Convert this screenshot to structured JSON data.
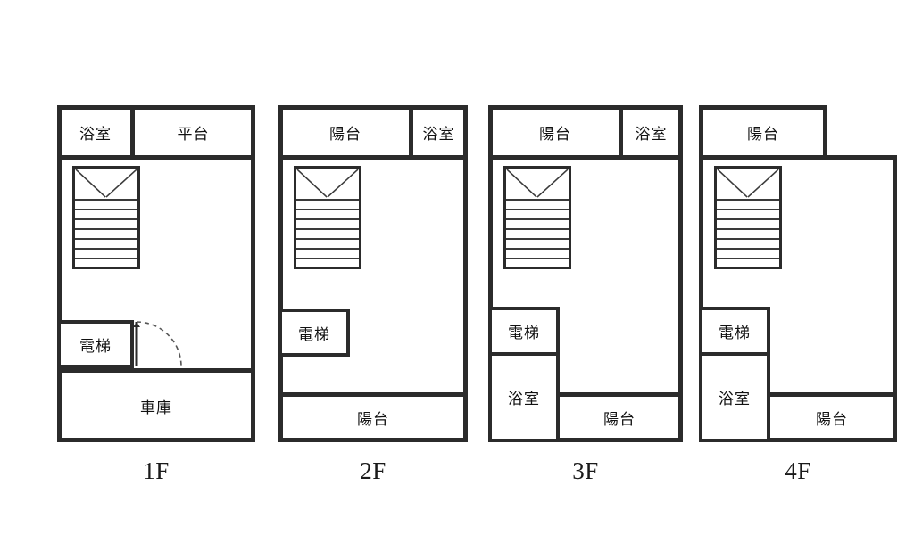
{
  "diagram": {
    "title": "Residential floor plans 1F-4F",
    "colors": {
      "wall": "#2b2b2b",
      "background": "#ffffff",
      "text": "#111111"
    },
    "floors": [
      {
        "id": "1F",
        "label": "1F",
        "rooms": [
          {
            "name": "bathroom",
            "label": "浴室"
          },
          {
            "name": "platform",
            "label": "平台"
          },
          {
            "name": "elevator",
            "label": "電梯"
          },
          {
            "name": "garage",
            "label": "車庫"
          }
        ],
        "features": [
          "staircase",
          "door-swing"
        ]
      },
      {
        "id": "2F",
        "label": "2F",
        "rooms": [
          {
            "name": "balcony-top",
            "label": "陽台"
          },
          {
            "name": "bathroom",
            "label": "浴室"
          },
          {
            "name": "elevator",
            "label": "電梯"
          },
          {
            "name": "balcony-bottom",
            "label": "陽台"
          }
        ],
        "features": [
          "staircase"
        ]
      },
      {
        "id": "3F",
        "label": "3F",
        "rooms": [
          {
            "name": "balcony-top",
            "label": "陽台"
          },
          {
            "name": "bathroom-top",
            "label": "浴室"
          },
          {
            "name": "elevator",
            "label": "電梯"
          },
          {
            "name": "bathroom-bottom",
            "label": "浴室"
          },
          {
            "name": "balcony-bottom",
            "label": "陽台"
          }
        ],
        "features": [
          "staircase"
        ]
      },
      {
        "id": "4F",
        "label": "4F",
        "rooms": [
          {
            "name": "balcony-top",
            "label": "陽台"
          },
          {
            "name": "elevator",
            "label": "電梯"
          },
          {
            "name": "bathroom",
            "label": "浴室"
          },
          {
            "name": "balcony-bottom",
            "label": "陽台"
          }
        ],
        "features": [
          "staircase"
        ]
      }
    ]
  }
}
